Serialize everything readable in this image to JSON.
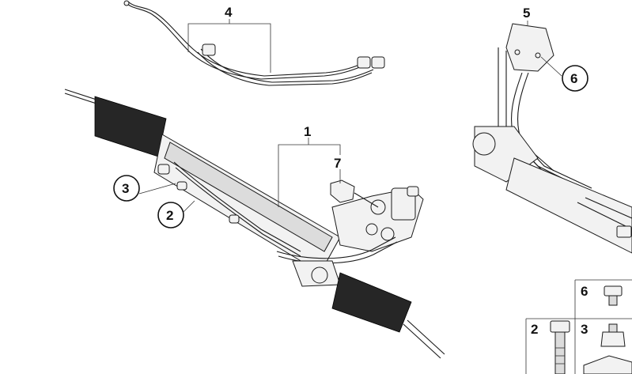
{
  "labels": {
    "part_1": "1",
    "part_2": "2",
    "part_3": "3",
    "part_4": "4",
    "part_5": "5",
    "part_6": "6",
    "part_7": "7",
    "legend_6": "6",
    "legend_2": "2",
    "legend_3": "3"
  }
}
